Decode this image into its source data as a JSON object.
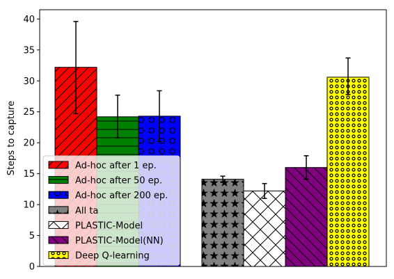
{
  "chart_data": {
    "type": "bar",
    "ylabel": "Steps to capture",
    "xlabel": "",
    "ylim": [
      0,
      41.5
    ],
    "yticks": [
      0,
      5,
      10,
      15,
      20,
      25,
      30,
      35,
      40
    ],
    "grid": false,
    "legend_position": "lower-left",
    "series": [
      {
        "name": "Ad-hoc after 1 ep.",
        "value": 32.2,
        "err_low": 24.7,
        "err_high": 39.6,
        "color": "#ff0000",
        "pattern": "diagonal",
        "group": 0
      },
      {
        "name": "Ad-hoc after 50 ep.",
        "value": 24.2,
        "err_low": 20.8,
        "err_high": 27.7,
        "color": "#008000",
        "pattern": "horizontal",
        "group": 0
      },
      {
        "name": "Ad-hoc after 200 ep.",
        "value": 24.3,
        "err_low": 20.2,
        "err_high": 28.4,
        "color": "#0000ff",
        "pattern": "circles",
        "group": 0
      },
      {
        "name": "All ta",
        "value": 14.1,
        "err_low": 13.6,
        "err_high": 14.6,
        "color": "#808080",
        "pattern": "stars",
        "group": 1
      },
      {
        "name": "PLASTIC-Model",
        "value": 12.2,
        "err_low": 11.0,
        "err_high": 13.4,
        "color": "#ffffff",
        "pattern": "crosshatch",
        "group": 1
      },
      {
        "name": "PLASTIC-Model(NN)",
        "value": 16.0,
        "err_low": 14.1,
        "err_high": 17.9,
        "color": "#800080",
        "pattern": "backdiagonal",
        "group": 1
      },
      {
        "name": "Deep Q-learning",
        "value": 30.6,
        "err_low": 27.8,
        "err_high": 33.7,
        "color": "#ffff00",
        "pattern": "dots",
        "group": 1
      }
    ]
  }
}
